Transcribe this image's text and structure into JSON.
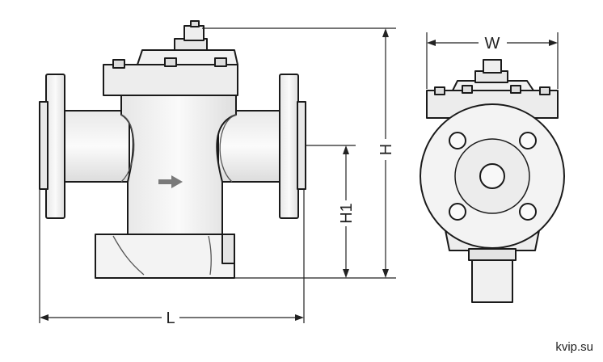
{
  "dimensions": {
    "length_label": "L",
    "height_label": "H",
    "inlet_height_label": "H1",
    "width_label": "W"
  },
  "flow_direction": "right",
  "watermark": "kvip.su",
  "colors": {
    "outline": "#1a1a1a",
    "body_fill": "#f2f2f2",
    "shade": "#d9d9d9",
    "dimension_line": "#222222",
    "arrow": "#7a7a7a"
  }
}
